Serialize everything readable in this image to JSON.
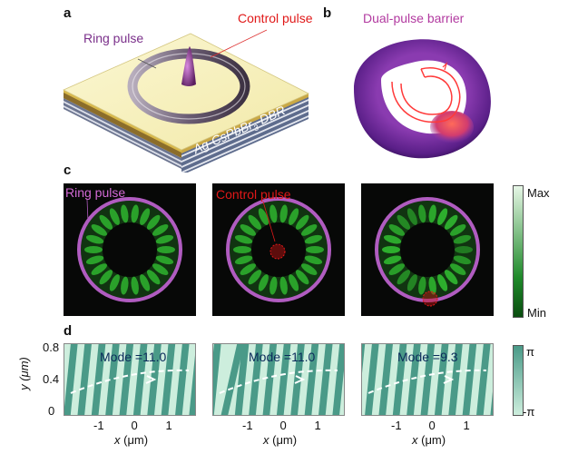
{
  "panels": {
    "a": "a",
    "b": "b",
    "c": "c",
    "d": "d"
  },
  "panel_a": {
    "ring_pulse": "Ring pulse",
    "control_pulse": "Control pulse",
    "substrate": "Ag-CsPbBr",
    "substrate_sub": "3",
    "substrate_tail": "-DBR"
  },
  "panel_b": {
    "title": "Dual-pulse barrier"
  },
  "panel_c": {
    "ring_pulse": "Ring pulse",
    "control_pulse": "Control pulse",
    "colorbar_max": "Max",
    "colorbar_min": "Min"
  },
  "panel_d": {
    "modes": [
      "Mode =11.0",
      "Mode =11.0",
      "Mode =9.3"
    ],
    "y_axis_label": "y (μm)",
    "y_ticks": [
      "0.8",
      "0.4",
      "0"
    ],
    "x_axis_label": "x (μm)",
    "x_ticks": [
      "-1",
      "0",
      "1"
    ],
    "colorbar_top": "π",
    "colorbar_bottom": "-π"
  },
  "colors": {
    "ring_purple": "#b05cc0",
    "control_red": "#e01818",
    "teal": "#4a9a88",
    "pale_teal": "#cdeedd",
    "green_emission": "#2fb52f"
  }
}
